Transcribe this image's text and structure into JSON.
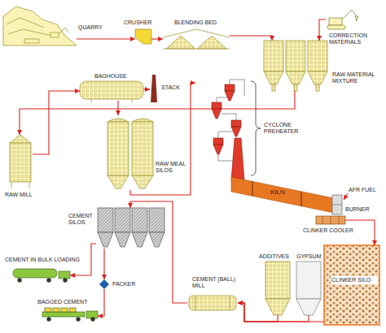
{
  "diagram": {
    "nodes": [
      {
        "text": [
          "QUARRY"
        ]
      },
      {
        "text": [
          "CRUSHER"
        ]
      },
      {
        "text": [
          "BLENDING BED"
        ]
      },
      {
        "text": [
          "CORRECTION MATERIALS"
        ]
      },
      {
        "text": [
          "RAW MATERIAL MIXTURE"
        ]
      },
      {
        "text": [
          "STACK"
        ]
      },
      {
        "text": [
          "BAGHOUSE"
        ]
      },
      {
        "text": [
          "RAW MILL"
        ]
      },
      {
        "text": [
          "RAW MEAL SILOS"
        ]
      },
      {
        "text": [
          "CYCLONE PREHEATER"
        ]
      },
      {
        "text": [
          "KILN"
        ]
      },
      {
        "text": [
          "BURNER"
        ]
      },
      {
        "text": [
          "CLINKER COOLER"
        ]
      },
      {
        "text": [
          "CLINKER SILO"
        ]
      },
      {
        "text": [
          "GYPSUM"
        ]
      },
      {
        "text": [
          "ADDITIVES"
        ]
      },
      {
        "text": [
          "CEMENT (BALL) MILL"
        ]
      },
      {
        "text": [
          "CEMENT SILOS"
        ]
      },
      {
        "text": [
          "CEMENT IN BULK LOADING"
        ]
      },
      {
        "text": [
          "PACKER"
        ]
      },
      {
        "text": [
          "BAGGED CEMENT"
        ]
      }
    ],
    "edges": [
      {
        "from": 0,
        "to": 1,
        "arrow": "to"
      },
      {
        "from": 1,
        "to": 2,
        "arrow": "to"
      },
      {
        "from": 2,
        "to": 4,
        "arrow": "to"
      },
      {
        "from": 3,
        "to": 4,
        "arrow": "to"
      },
      {
        "from": 4,
        "to": 7,
        "arrow": "to"
      },
      {
        "from": 7,
        "to": 6,
        "arrow": "to"
      },
      {
        "from": 6,
        "to": 5,
        "arrow": "to"
      },
      {
        "from": 6,
        "to": 8,
        "arrow": "to"
      },
      {
        "from": 8,
        "to": 9,
        "arrow": "to"
      },
      {
        "from": 12,
        "to": 13,
        "arrow": "to"
      },
      {
        "from": 13,
        "to": 16,
        "arrow": "to"
      },
      {
        "from": 15,
        "to": 16,
        "arrow": "to"
      },
      {
        "from": 14,
        "to": 16,
        "arrow": "to"
      },
      {
        "from": 16,
        "to": 17,
        "arrow": "to"
      },
      {
        "from": 17,
        "to": 18,
        "arrow": "to"
      },
      {
        "from": 17,
        "to": 19,
        "arrow": "to"
      },
      {
        "from": 19,
        "to": 20,
        "arrow": "to"
      }
    ],
    "labels": [
      "AFR FUEL"
    ]
  }
}
